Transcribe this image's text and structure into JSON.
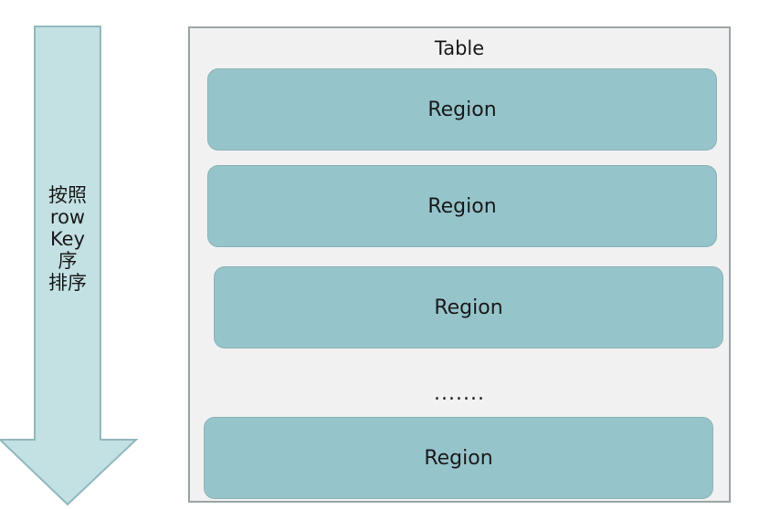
{
  "arrow": {
    "label_lines": [
      "按照",
      "row",
      "Key",
      "序",
      "排序"
    ],
    "fill_color": "#c3e0e3",
    "stroke_color": "#8fb8bd"
  },
  "table": {
    "title": "Table",
    "regions": [
      "Region",
      "Region",
      "Region",
      "Region"
    ],
    "ellipsis": ".......",
    "region_color": "#96c4cb"
  }
}
